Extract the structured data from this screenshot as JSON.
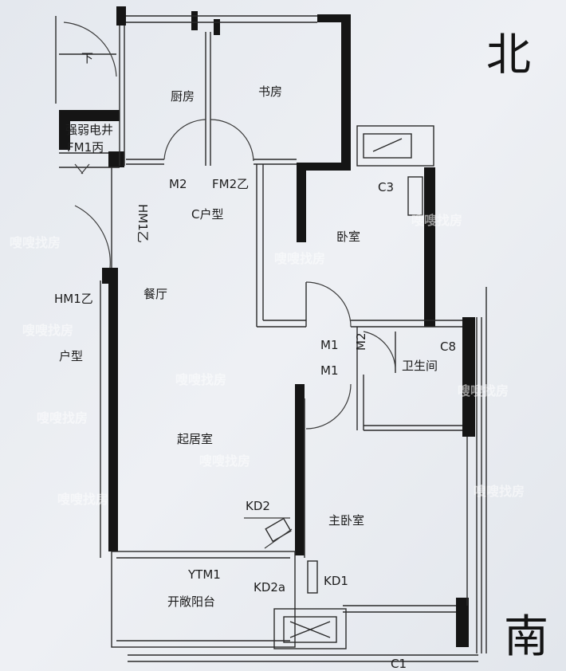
{
  "compass": {
    "north": "北",
    "south": "南"
  },
  "rooms": {
    "kitchen": "厨房",
    "study": "书房",
    "bedroom": "卧室",
    "dining": "餐厅",
    "living": "起居室",
    "master_bedroom": "主卧室",
    "bathroom": "卫生间",
    "balcony": "开敞阳台",
    "shaft": "强弱电井",
    "unit_type": "C户型",
    "unit_type_left": "户型"
  },
  "codes": {
    "fm1b": "FM1丙",
    "m2": "M2",
    "fm2y": "FM2乙",
    "c3": "C3",
    "hm1y_vertical": "HM1乙",
    "hm1y": "HM1乙",
    "m1_top": "M1",
    "m1_bottom": "M1",
    "m2_bath": "M2",
    "c8": "C8",
    "kd2": "KD2",
    "ytm1": "YTM1",
    "kd2a": "KD2a",
    "kd1": "KD1",
    "c1": "C1",
    "down": "下"
  },
  "watermark": {
    "text": "嗖嗖找房"
  }
}
